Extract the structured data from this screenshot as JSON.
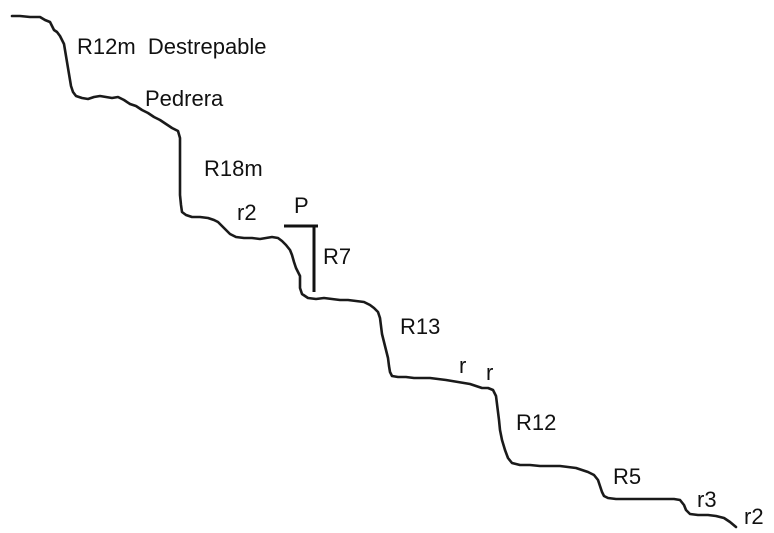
{
  "topo": {
    "labels": {
      "r12m_destrepable": "R12m  Destrepable",
      "pedrera": "Pedrera",
      "r18m": "R18m",
      "r2_upper": "r2",
      "p": "P",
      "r7": "R7",
      "r13": "R13",
      "r_first": "r",
      "r_second": "r",
      "r12": "R12",
      "r5": "R5",
      "r3": "r3",
      "r2_lower": "r2"
    }
  }
}
